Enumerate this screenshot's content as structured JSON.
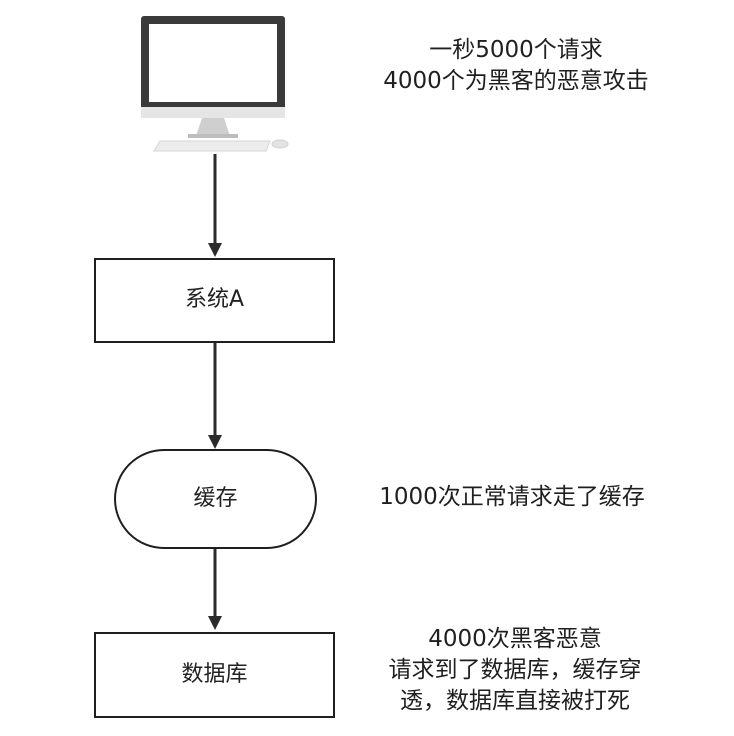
{
  "nodes": {
    "system": {
      "label": "系统A"
    },
    "cache": {
      "label": "缓存"
    },
    "database": {
      "label": "数据库"
    }
  },
  "notes": {
    "traffic": {
      "line1": "一秒5000个请求",
      "line2": "4000个为黑客的恶意攻击"
    },
    "cache_hits": {
      "line1": "1000次正常请求走了缓存"
    },
    "penetration": {
      "line1": "4000次黑客恶意",
      "line2": "请求到了数据库，缓存穿",
      "line3": "透，数据库直接被打死"
    }
  },
  "icons": {
    "client": "desktop-computer-icon"
  },
  "colors": {
    "stroke": "#1f1f1f",
    "arrow": "#2b2b2b",
    "monitor_screen": "#ffffff",
    "monitor_frame": "#3a3a3a",
    "monitor_chin": "#e5e5e5",
    "keyboard": "#ececec"
  }
}
